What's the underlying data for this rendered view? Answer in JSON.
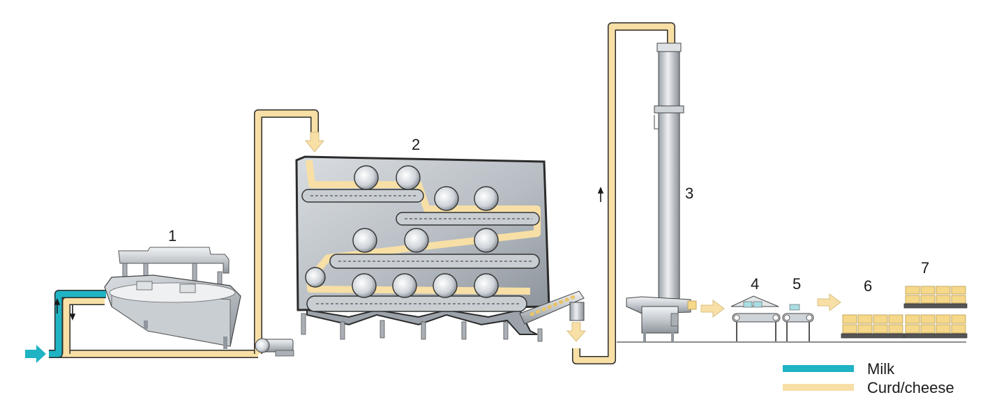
{
  "colors": {
    "milk": "#1fb3c4",
    "curd": "#f7dfa6",
    "pipe_edge": "#2b2b2b",
    "steel_light": "#e4e7ea",
    "steel_mid": "#b9bec4",
    "steel_dark": "#7d848c",
    "cheese_block": "#f5d88a"
  },
  "stations": [
    {
      "label": "1"
    },
    {
      "label": "2"
    },
    {
      "label": "3"
    },
    {
      "label": "4"
    },
    {
      "label": "5"
    },
    {
      "label": "6"
    },
    {
      "label": "7"
    }
  ],
  "legend": [
    {
      "label": "Milk",
      "color": "#1fb3c4"
    },
    {
      "label": "Curd/cheese",
      "color": "#f7dfa6"
    }
  ],
  "icons": {
    "flow_arrow": "flow-arrow-icon",
    "direction_arrow": "direction-arrow-icon"
  }
}
